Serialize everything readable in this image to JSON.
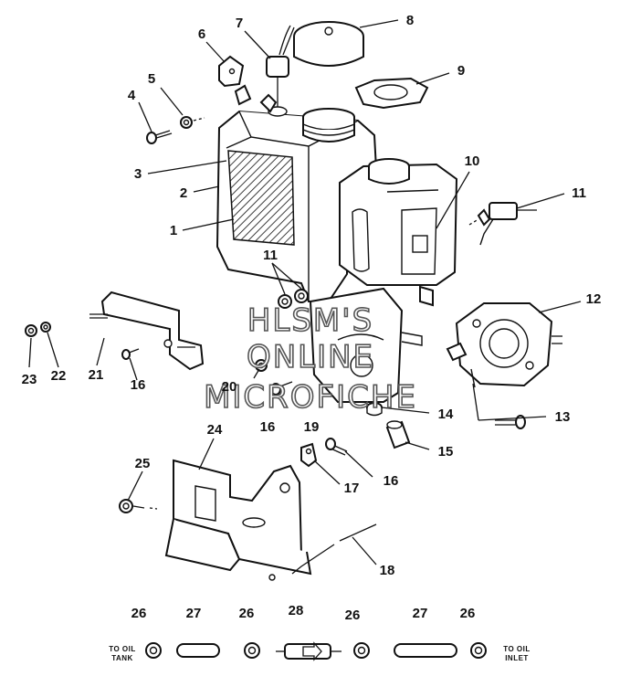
{
  "watermark": {
    "line1": "HLSM'S",
    "line2": "ONLINE",
    "line3": "MICROFICHE"
  },
  "hose_labels": {
    "left_line1": "TO OIL",
    "left_line2": "TANK",
    "right_line1": "TO OIL",
    "right_line2": "INLET"
  },
  "callouts": {
    "c1": "1",
    "c2": "2",
    "c3": "3",
    "c4": "4",
    "c5": "5",
    "c6": "6",
    "c7": "7",
    "c8": "8",
    "c9": "9",
    "c10": "10",
    "c11a": "11",
    "c11b": "11",
    "c12": "12",
    "c13": "13",
    "c14": "14",
    "c15": "15",
    "c16a": "16",
    "c16b": "16",
    "c16c": "16",
    "c17": "17",
    "c18": "18",
    "c19": "19",
    "c20": "20",
    "c21": "21",
    "c22": "22",
    "c23": "23",
    "c24": "24",
    "c25": "25",
    "c26a": "26",
    "c26b": "26",
    "c26c": "26",
    "c26d": "26",
    "c27a": "27",
    "c27b": "27",
    "c28": "28"
  }
}
